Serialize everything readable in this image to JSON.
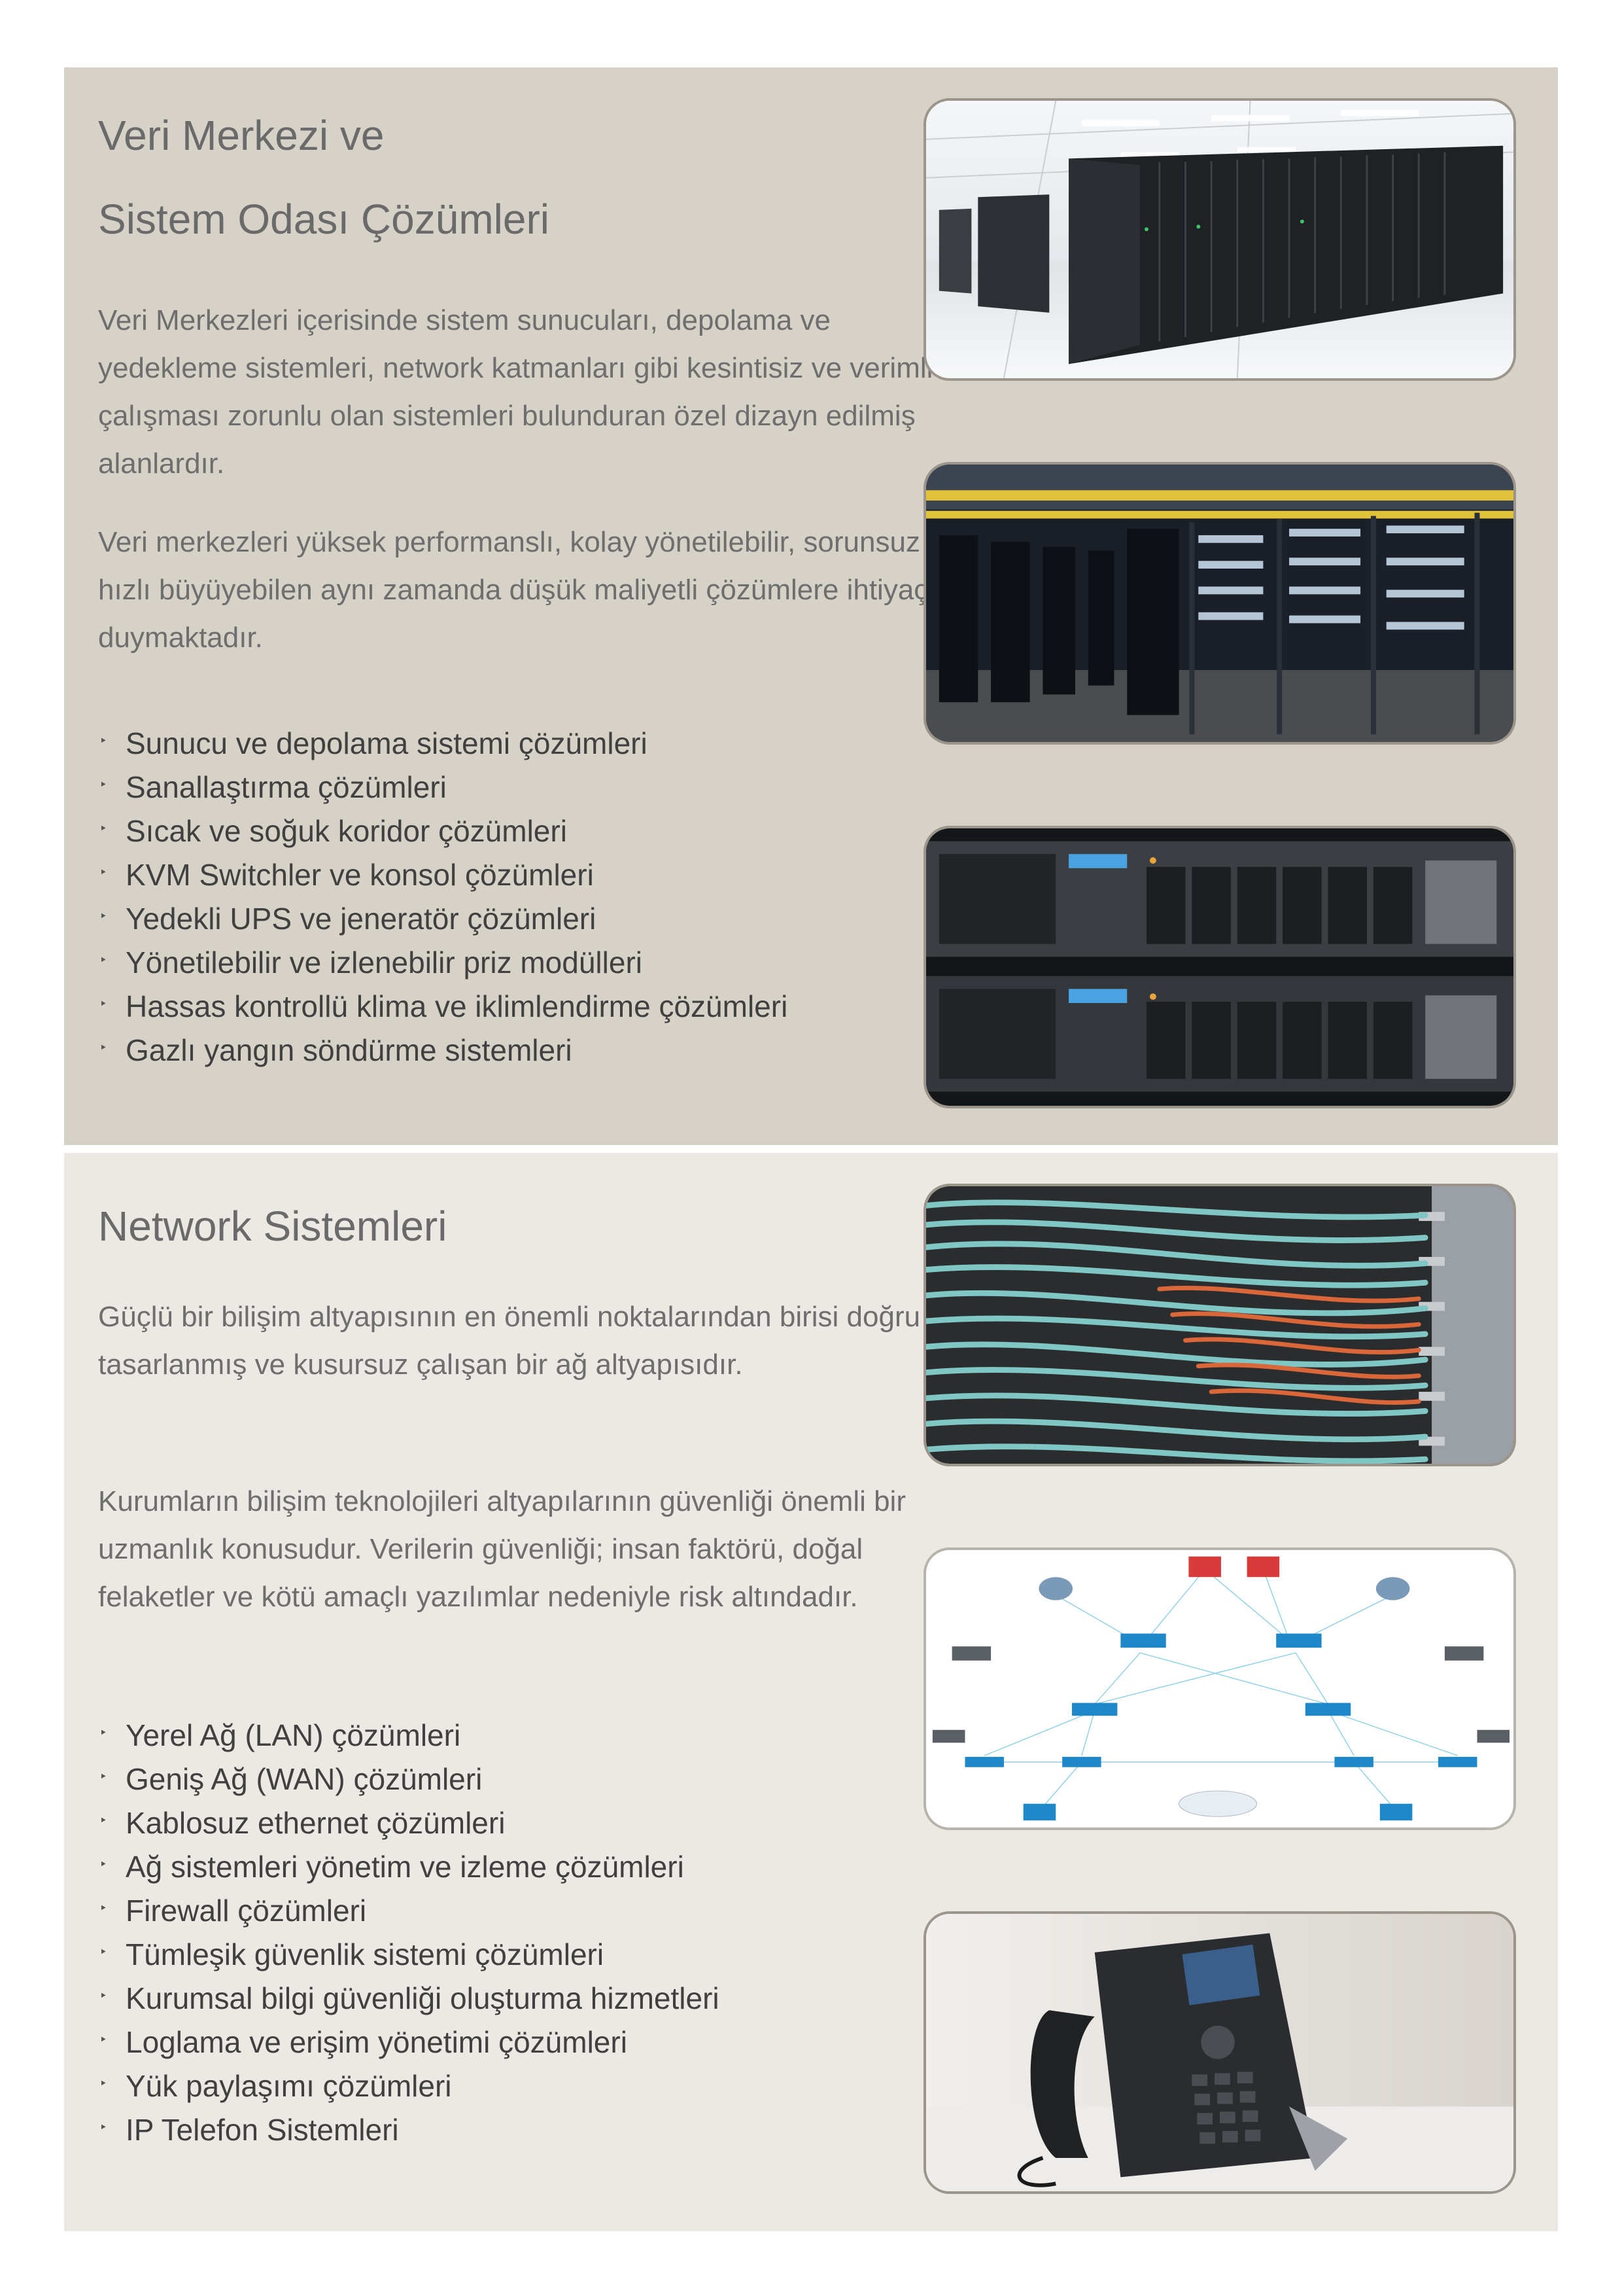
{
  "datacenter": {
    "title_lines": [
      "Veri Merkezi ve",
      "Sistem Odası Çözümleri"
    ],
    "paragraphs": [
      "Veri Merkezleri içerisinde sistem sunucuları, depolama ve yedekleme sistemleri, network katmanları gibi kesintisiz ve verimli çalışması zorunlu olan sistemleri bulunduran özel dizayn edilmiş alanlardır.",
      "Veri merkezleri yüksek performanslı, kolay yönetilebilir, sorunsuz ve hızlı büyüyebilen aynı zamanda düşük maliyetli çözümlere ihtiyaç duymaktadır."
    ],
    "bullets": [
      "Sunucu ve depolama sistemi çözümleri",
      "Sanallaştırma çözümleri",
      "Sıcak ve soğuk koridor çözümleri",
      "KVM Switchler ve konsol çözümleri",
      "Yedekli UPS ve jeneratör çözümleri",
      "Yönetilebilir ve izlenebilir priz modülleri",
      "Hassas kontrollü klima ve iklimlendirme çözümleri",
      "Gazlı yangın söndürme sistemleri"
    ]
  },
  "network": {
    "title": "Network Sistemleri",
    "paragraphs": [
      "Güçlü bir bilişim altyapısının en önemli noktalarından birisi doğru tasarlanmış ve kusursuz çalışan bir ağ altyapısıdır.",
      "Kurumların bilişim teknolojileri altyapılarının güvenliği önemli bir uzmanlık konusudur. Verilerin güvenliği; insan faktörü, doğal felaketler ve kötü amaçlı yazılımlar nedeniyle risk altındadır."
    ],
    "bullets": [
      "Yerel Ağ (LAN) çözümleri",
      "Geniş Ağ (WAN) çözümleri",
      "Kablosuz ethernet çözümleri",
      "Ağ sistemleri yönetim ve izleme çözümleri",
      "Firewall çözümleri",
      "Tümleşik güvenlik sistemi çözümleri",
      "Kurumsal bilgi güvenliği oluşturma hizmetleri",
      "Loglama ve erişim yönetimi çözümleri",
      "Yük paylaşımı çözümleri",
      "IP Telefon Sistemleri"
    ]
  },
  "bullet_glyph": "‣",
  "colors": {
    "panel_top": "#d7d2c8",
    "panel_bottom": "#ece8e4",
    "heading": "#6a6a6a",
    "body_text": "#6e6e6e",
    "bullet_text": "#404040"
  }
}
